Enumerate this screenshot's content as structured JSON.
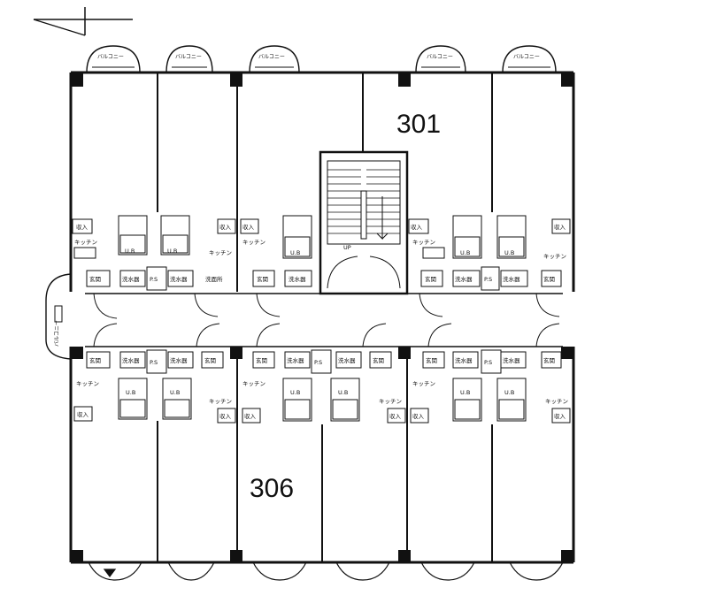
{
  "rooms": {
    "top_label": "301",
    "bottom_label": "306"
  },
  "labels": {
    "balcony": "バルコニー",
    "kitchen": "キッチン",
    "entrance": "玄関",
    "closet": "収入",
    "unit_bath": "U.B",
    "washroom": "洗面所",
    "water_heater": "洗水器",
    "ps": "P.S",
    "stair_up": "UP"
  }
}
